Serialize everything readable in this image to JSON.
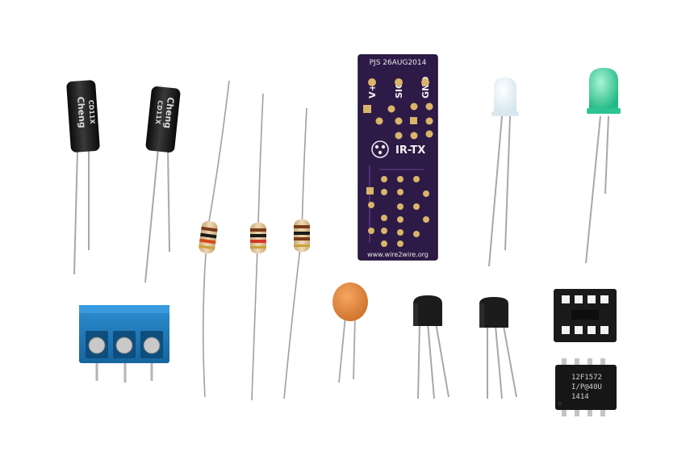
{
  "pcb": {
    "header": "PJS 26AUG2014",
    "pin_vplus": "V+",
    "pin_sig": "SIG",
    "pin_gnd": "GND",
    "title": "IR-TX",
    "url": "www.wire2wire.org"
  },
  "capacitors": {
    "brand": "Cheng",
    "series": "CD11X"
  },
  "ic": {
    "line1": "12F1572",
    "line2": "I/P@40U",
    "line3": "1414"
  },
  "colors": {
    "background": "#ffffff",
    "pcb": "#2e1a47",
    "terminal_block": "#1e78b4",
    "led_green": "#3dd6a0",
    "ceramic_cap": "#e38a3c",
    "electrolytic": "#1a1a1a"
  }
}
